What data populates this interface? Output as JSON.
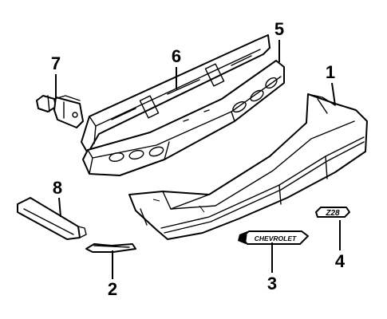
{
  "callouts": [
    {
      "id": "1",
      "label": "1"
    },
    {
      "id": "2",
      "label": "2"
    },
    {
      "id": "3",
      "label": "3"
    },
    {
      "id": "4",
      "label": "4"
    },
    {
      "id": "5",
      "label": "5"
    },
    {
      "id": "6",
      "label": "6"
    },
    {
      "id": "7",
      "label": "7"
    },
    {
      "id": "8",
      "label": "8"
    }
  ],
  "emblems": {
    "nameplate": "CHEVROLET",
    "badge": "Z28"
  },
  "colors": {
    "ink": "#000000",
    "paper": "#ffffff"
  }
}
